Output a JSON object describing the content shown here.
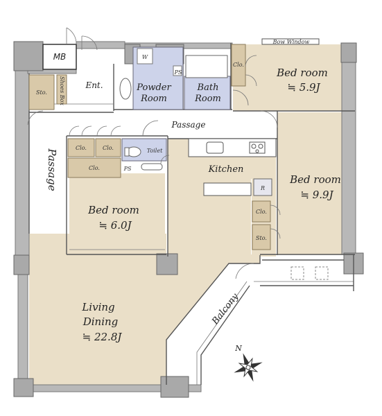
{
  "labels": {
    "mb": "MB",
    "ent": "Ent.",
    "sto_entrance": "Sto.",
    "shoes_box": "Shoes Box",
    "powder_room_1": "Powder",
    "powder_room_2": "Room",
    "w": "W",
    "ps_top": "PS",
    "bath_room_1": "Bath",
    "bath_room_2": "Room",
    "clo_bed1": "Clo.",
    "bow_window": "Bow Window",
    "bed1_name": "Bed room",
    "bed1_size": "≒ 5.9J",
    "passage_top": "Passage",
    "passage_left": "Passage",
    "clo_a": "Clo.",
    "clo_b": "Clo.",
    "clo_c": "Clo.",
    "toilet": "Toilet",
    "ps_mid": "PS",
    "kitchen": "Kitchen",
    "r": "R",
    "bed2_name": "Bed room",
    "bed2_size": "≒ 9.9J",
    "clo_bed2": "Clo.",
    "sto_bed2": "Sto.",
    "bed3_name": "Bed room",
    "bed3_size": "≒ 6.0J",
    "living_1": "Living",
    "living_2": "Dining",
    "living_size": "≒ 22.8J",
    "balcony": "Balcony",
    "north": "N"
  },
  "colors": {
    "floor": "#eadfc8",
    "storage": "#d9c9a9",
    "wet_area": "#cdd3ea",
    "wall": "#b8b8b8"
  }
}
